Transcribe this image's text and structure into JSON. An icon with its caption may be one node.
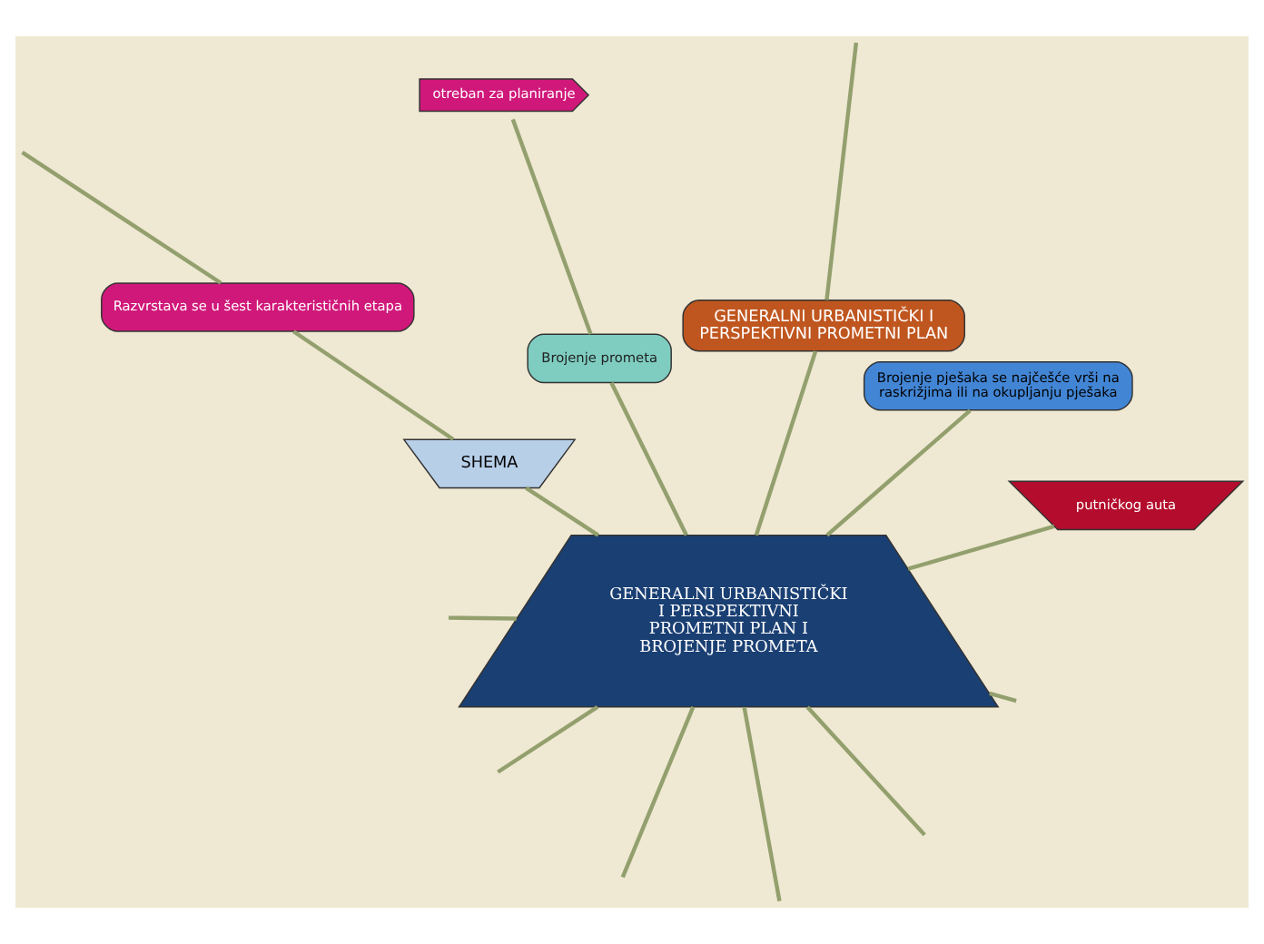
{
  "diagram": {
    "nodes": [
      {
        "text": [
          "GENERALNI URBANISTIČKI I PERSPEKTIVNI PROMETNI PLAN I BROJENJE PROMETA"
        ]
      },
      {
        "text": [
          "putničkog auta"
        ]
      },
      {
        "text": [
          "Brojenje pješaka se najčešće vrši na raskrižjima ili na okupljanju pješaka"
        ]
      },
      {
        "text": [
          "GENERALNI URBANISTIČKI I PERSPEKTIVNI PROMETNI PLAN"
        ]
      },
      {
        "text": [
          "Brojenje prometa"
        ]
      },
      {
        "text": [
          "otreban za planiranje"
        ]
      },
      {
        "text": [
          "SHEMA"
        ]
      },
      {
        "text": [
          "Razvrstava se u šest karakterističnih etapa"
        ]
      }
    ],
    "edges": [
      {
        "from": 0,
        "to": 1,
        "arrow": "none"
      },
      {
        "from": 0,
        "to": 2,
        "arrow": "none"
      },
      {
        "from": 0,
        "to": 3,
        "arrow": "none"
      },
      {
        "from": 0,
        "to": 4,
        "arrow": "none"
      },
      {
        "from": 4,
        "to": 5,
        "arrow": "none"
      },
      {
        "from": 0,
        "to": null,
        "arrow": "none"
      },
      {
        "from": 0,
        "to": 6,
        "arrow": "none"
      },
      {
        "from": 6,
        "to": 7,
        "arrow": "none"
      },
      {
        "from": 7,
        "to": null,
        "arrow": "none"
      },
      {
        "from": 3,
        "to": null,
        "arrow": "none"
      },
      {
        "from": 0,
        "to": null,
        "arrow": "none"
      },
      {
        "from": 0,
        "to": null,
        "arrow": "none"
      },
      {
        "from": 0,
        "to": null,
        "arrow": "none"
      },
      {
        "from": 0,
        "to": null,
        "arrow": "none"
      },
      {
        "from": 0,
        "to": null,
        "arrow": "none"
      }
    ]
  }
}
